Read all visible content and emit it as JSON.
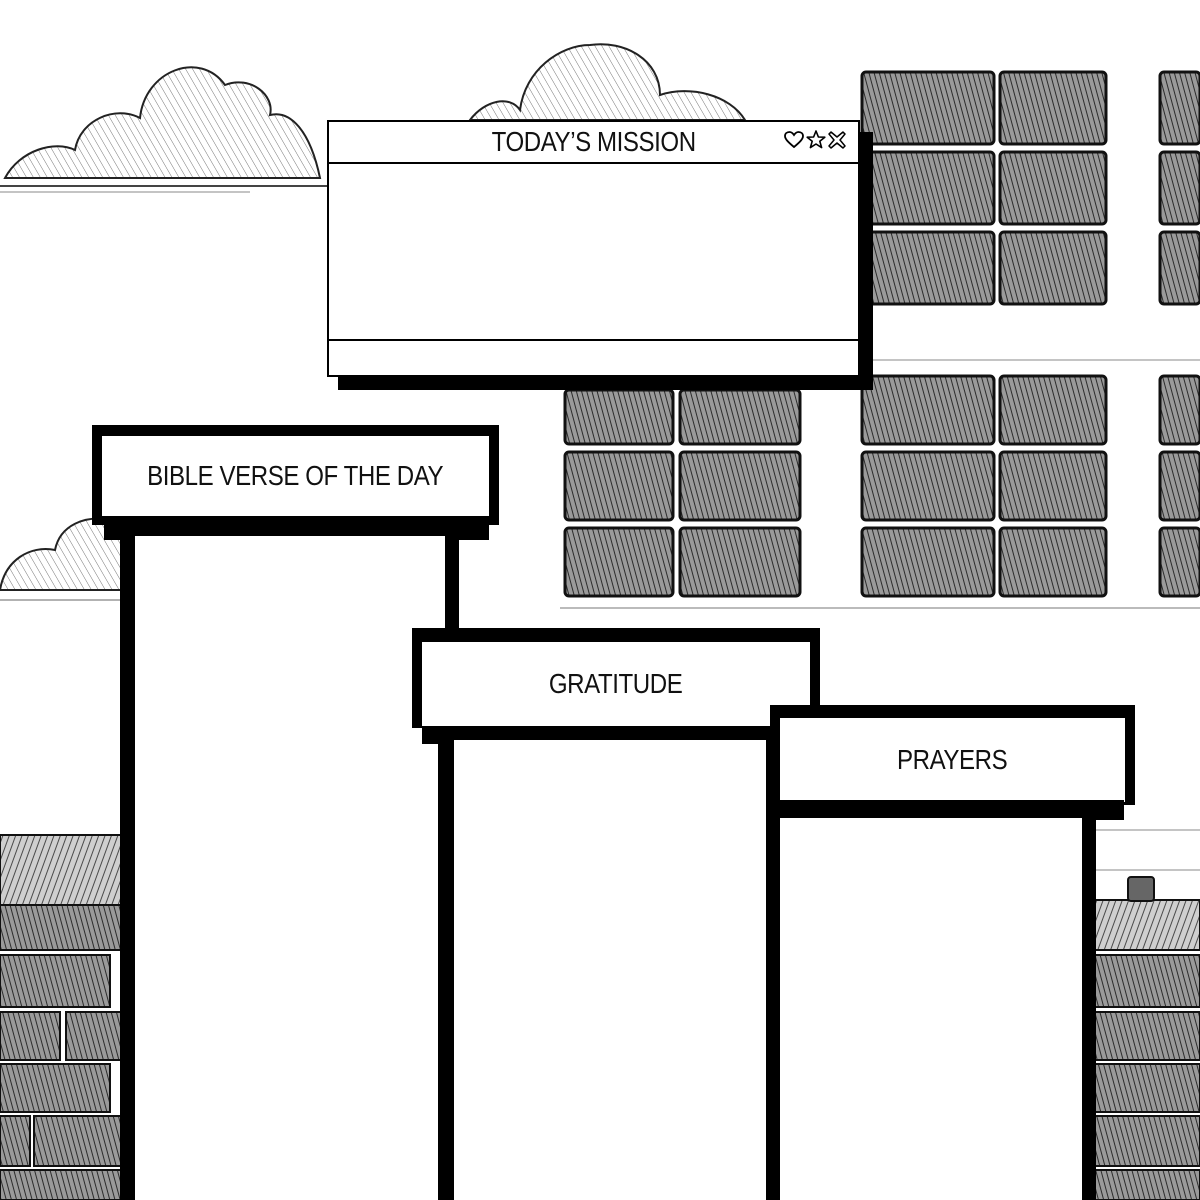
{
  "mission": {
    "title": "TODAY’S MISSION",
    "controls": [
      "heart-icon",
      "star-icon",
      "close-icon"
    ]
  },
  "columns": {
    "bible_verse": "BIBLE VERSE OF THE DAY",
    "gratitude": "GRATITUDE",
    "prayers": "PRAYERS"
  },
  "colors": {
    "ink": "#000000",
    "paper": "#ffffff",
    "stone": "#5a5a5a"
  }
}
